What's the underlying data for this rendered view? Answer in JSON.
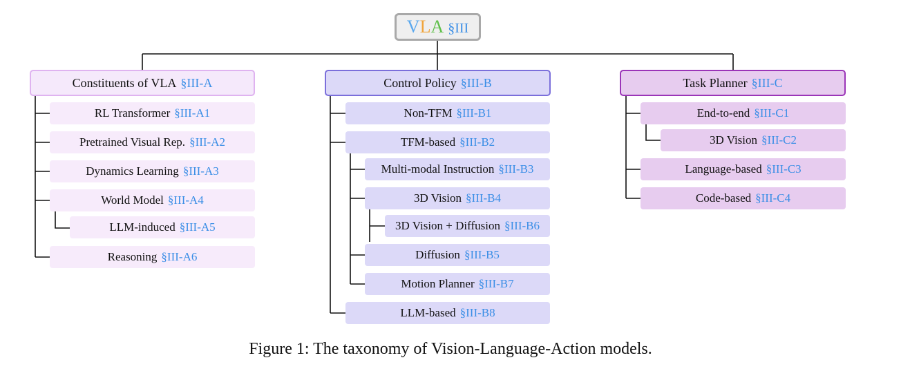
{
  "root": {
    "title_v": "V",
    "title_l": "L",
    "title_a": "A",
    "ref": "§III"
  },
  "groups": [
    {
      "label": "Constituents of VLA",
      "ref": "§III-A",
      "items": [
        {
          "label": "RL Transformer",
          "ref": "§III-A1"
        },
        {
          "label": "Pretrained Visual Rep.",
          "ref": "§III-A2"
        },
        {
          "label": "Dynamics Learning",
          "ref": "§III-A3"
        },
        {
          "label": "World Model",
          "ref": "§III-A4"
        },
        {
          "label": "LLM-induced",
          "ref": "§III-A5"
        },
        {
          "label": "Reasoning",
          "ref": "§III-A6"
        }
      ]
    },
    {
      "label": "Control Policy",
      "ref": "§III-B",
      "items": [
        {
          "label": "Non-TFM",
          "ref": "§III-B1"
        },
        {
          "label": "TFM-based",
          "ref": "§III-B2"
        },
        {
          "label": "Multi-modal Instruction",
          "ref": "§III-B3"
        },
        {
          "label": "3D Vision",
          "ref": "§III-B4"
        },
        {
          "label": "3D Vision + Diffusion",
          "ref": "§III-B6"
        },
        {
          "label": "Diffusion",
          "ref": "§III-B5"
        },
        {
          "label": "Motion Planner",
          "ref": "§III-B7"
        },
        {
          "label": "LLM-based",
          "ref": "§III-B8"
        }
      ]
    },
    {
      "label": "Task Planner",
      "ref": "§III-C",
      "items": [
        {
          "label": "End-to-end",
          "ref": "§III-C1"
        },
        {
          "label": "3D Vision",
          "ref": "§III-C2"
        },
        {
          "label": "Language-based",
          "ref": "§III-C3"
        },
        {
          "label": "Code-based",
          "ref": "§III-C4"
        }
      ]
    }
  ],
  "caption": "Figure 1: The taxonomy of Vision-Language-Action models.",
  "colors": {
    "link": "#3a8ee6",
    "v": "#5aa8ee",
    "l": "#f0a43a",
    "a": "#5fbf4a",
    "group_a_fill": "#f5e9fb",
    "group_b_fill": "#dcd9f8",
    "group_c_fill": "#e7ccef"
  }
}
